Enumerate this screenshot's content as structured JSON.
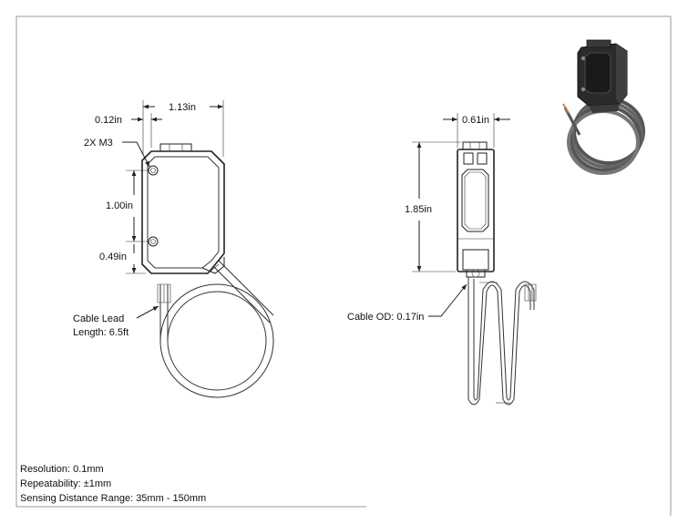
{
  "dimensions": {
    "front_width": "1.13in",
    "front_offset": "0.12in",
    "mount_holes": "2X M3",
    "hole_spacing": "1.00in",
    "hole_bottom": "0.49in",
    "cable_lead_line1": "Cable Lead",
    "cable_lead_line2": "Length: 6.5ft",
    "side_width": "0.61in",
    "side_height": "1.85in",
    "cable_od": "Cable OD: 0.17in"
  },
  "specs": {
    "resolution": "Resolution: 0.1mm",
    "repeatability": "Repeatability: ±1mm",
    "sensing_range": "Sensing Distance Range: 35mm - 150mm"
  },
  "colors": {
    "line": "#222222",
    "frame": "#999999",
    "sensor_body": "#2b2b2b",
    "cable_render": "#555555"
  }
}
